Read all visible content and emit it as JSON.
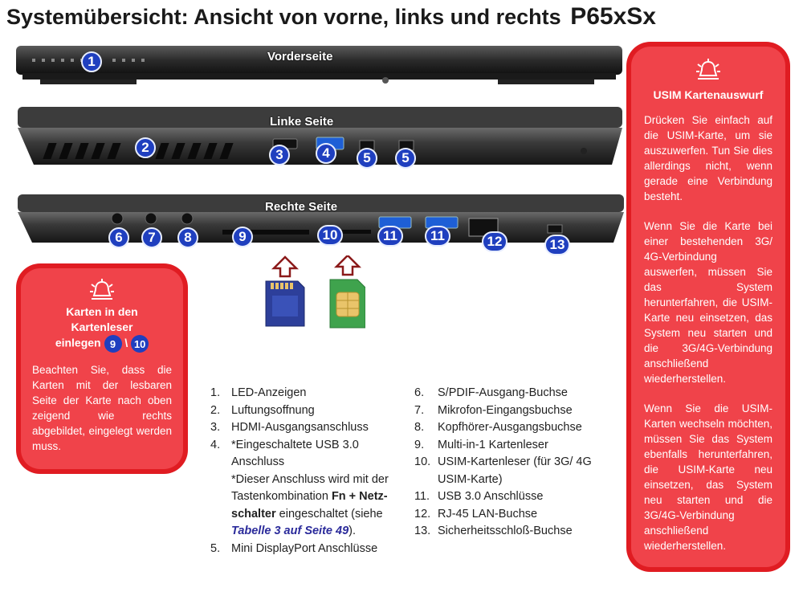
{
  "title": {
    "main": "Systemübersicht: Ansicht von vorne, links und rechts",
    "model": "P65xSx"
  },
  "views": {
    "front": "Vorderseite",
    "left": "Linke Seite",
    "right": "Rechte Seite"
  },
  "badges": [
    "1",
    "2",
    "3",
    "4",
    "5",
    "5",
    "6",
    "7",
    "8",
    "9",
    "10",
    "11",
    "11",
    "12",
    "13"
  ],
  "card_callout": {
    "title_line1": "Karten in den",
    "title_line2": "Kartenleser",
    "title_line3": "einlegen",
    "badge_a": "9",
    "separator": "\\",
    "badge_b": "10",
    "body": "Beachten Sie, dass die Karten mit der lesbaren Seite der Karte nach oben zeigend wie rechts abgebildet, eingelegt werden muss."
  },
  "usim_callout": {
    "title": "USIM Kartenauswurf",
    "p1": "Drücken Sie einfach auf die USIM-Karte, um sie auszuwerfen. Tun Sie dies allerdings nicht, wenn gerade eine Verbindung besteht.",
    "p2": "Wenn Sie die Karte bei einer bestehenden 3G/ 4G-Verbindung auswerfen, müssen Sie das System herunterfahren, die USIM-Karte neu einsetzen, das System neu starten und die 3G/4G-Verbindung anschließend wiederherstellen.",
    "p3": "Wenn Sie die USIM-Karten wechseln möchten, müssen Sie das System ebenfalls herunterfahren, die USIM-Karte neu einsetzen, das System neu starten und die 3G/4G-Verbindung anschließend wiederherstellen."
  },
  "list_left": [
    {
      "n": "1.",
      "t": "LED-Anzeigen"
    },
    {
      "n": "2.",
      "t": "Luftungsoffnung"
    },
    {
      "n": "3.",
      "t": "HDMI-Ausgangsanschluss"
    },
    {
      "n": "4.",
      "t": "*Eingeschaltete USB 3.0 Anschluss"
    }
  ],
  "list_left_note": {
    "a": "*Dieser Anschluss wird mit der Tastenkombination ",
    "b": "Fn + Netz-schalter",
    "c": " eingeschaltet (siehe ",
    "link": "Tabelle 3 auf Seite 49",
    "d": ")."
  },
  "list_left_last": {
    "n": "5.",
    "t": "Mini DisplayPort Anschlüsse"
  },
  "list_right": [
    {
      "n": "6.",
      "t": "S/PDIF-Ausgang-Buchse"
    },
    {
      "n": "7.",
      "t": "Mikrofon-Eingangsbuchse"
    },
    {
      "n": "8.",
      "t": "Kopfhörer-Ausgangsbuchse"
    },
    {
      "n": "9.",
      "t": "Multi-in-1 Kartenleser"
    },
    {
      "n": "10.",
      "t": "USIM-Kartenleser (für 3G/ 4G USIM-Karte)"
    },
    {
      "n": "11.",
      "t": "USB 3.0 Anschlüsse"
    },
    {
      "n": "12.",
      "t": "RJ-45 LAN-Buchse"
    },
    {
      "n": "13.",
      "t": "Sicherheitsschloß-Buchse"
    }
  ]
}
